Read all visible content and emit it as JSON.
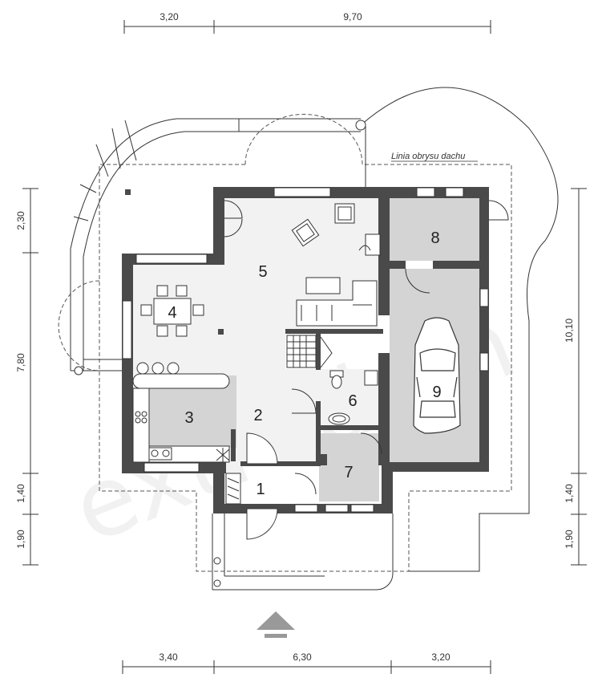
{
  "roof_line_label": "Linia obrysu dachu",
  "watermark": "extradom",
  "dimensions": {
    "top": [
      "3,20",
      "9,70"
    ],
    "bottom": [
      "3,40",
      "6,30",
      "3,20"
    ],
    "left": [
      "2,30",
      "7,80",
      "1,40",
      "1,90"
    ],
    "right": [
      "10,10",
      "1,40",
      "1,90"
    ]
  },
  "rooms": [
    "1",
    "2",
    "3",
    "4",
    "5",
    "6",
    "7",
    "8",
    "9"
  ],
  "colors": {
    "wall": "#4a4a4a",
    "light_floor": "#f2f2f2",
    "grey_floor": "#d4d4d4",
    "line": "#333333"
  }
}
